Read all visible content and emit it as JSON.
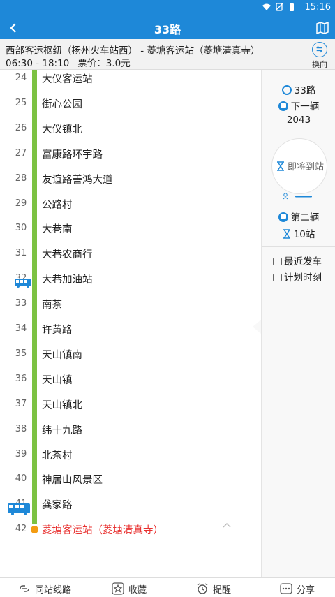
{
  "status_bar": {
    "time": "15:16"
  },
  "app_bar": {
    "title": "33路"
  },
  "route_info": {
    "direction": "西部客运枢纽（扬州火车站西） - 菱塘客运站（菱塘清真寺）",
    "service_hours": "06:30 - 18:10",
    "fare": "票价：3.0元",
    "switch_label": "换向"
  },
  "stops": [
    {
      "num": "24",
      "name": "大仪客运站"
    },
    {
      "num": "25",
      "name": "街心公园"
    },
    {
      "num": "26",
      "name": "大仪镇北"
    },
    {
      "num": "27",
      "name": "富康路环宇路"
    },
    {
      "num": "28",
      "name": "友谊路善鸿大道"
    },
    {
      "num": "29",
      "name": "公路村"
    },
    {
      "num": "30",
      "name": "大巷南"
    },
    {
      "num": "31",
      "name": "大巷农商行"
    },
    {
      "num": "32",
      "name": "大巷加油站"
    },
    {
      "num": "33",
      "name": "南茶"
    },
    {
      "num": "34",
      "name": "许黄路"
    },
    {
      "num": "35",
      "name": "天山镇南"
    },
    {
      "num": "36",
      "name": "天山镇"
    },
    {
      "num": "37",
      "name": "天山镇北"
    },
    {
      "num": "38",
      "name": "纬十九路"
    },
    {
      "num": "39",
      "name": "北茶村"
    },
    {
      "num": "40",
      "name": "神居山风景区"
    },
    {
      "num": "41",
      "name": "龚家路"
    },
    {
      "num": "42",
      "name": "菱塘客运站（菱塘清真寺）"
    }
  ],
  "panel": {
    "route_name": "33路",
    "next_bus_label": "下一辆",
    "next_bus_id": "2043",
    "eta": "即将到站",
    "crowd": "--",
    "second_bus_label": "第二辆",
    "second_bus_stops": "10站",
    "recent_departure": "最近发车",
    "schedule": "计划时刻"
  },
  "bottom_tabs": {
    "same_stop_lines": "同站线路",
    "favorite": "收藏",
    "reminder": "提醒",
    "share": "分享"
  },
  "colors": {
    "primary": "#1e88d8",
    "route_line": "#7cc242",
    "terminal": "#e8302f",
    "end_dot": "#f39c12"
  }
}
